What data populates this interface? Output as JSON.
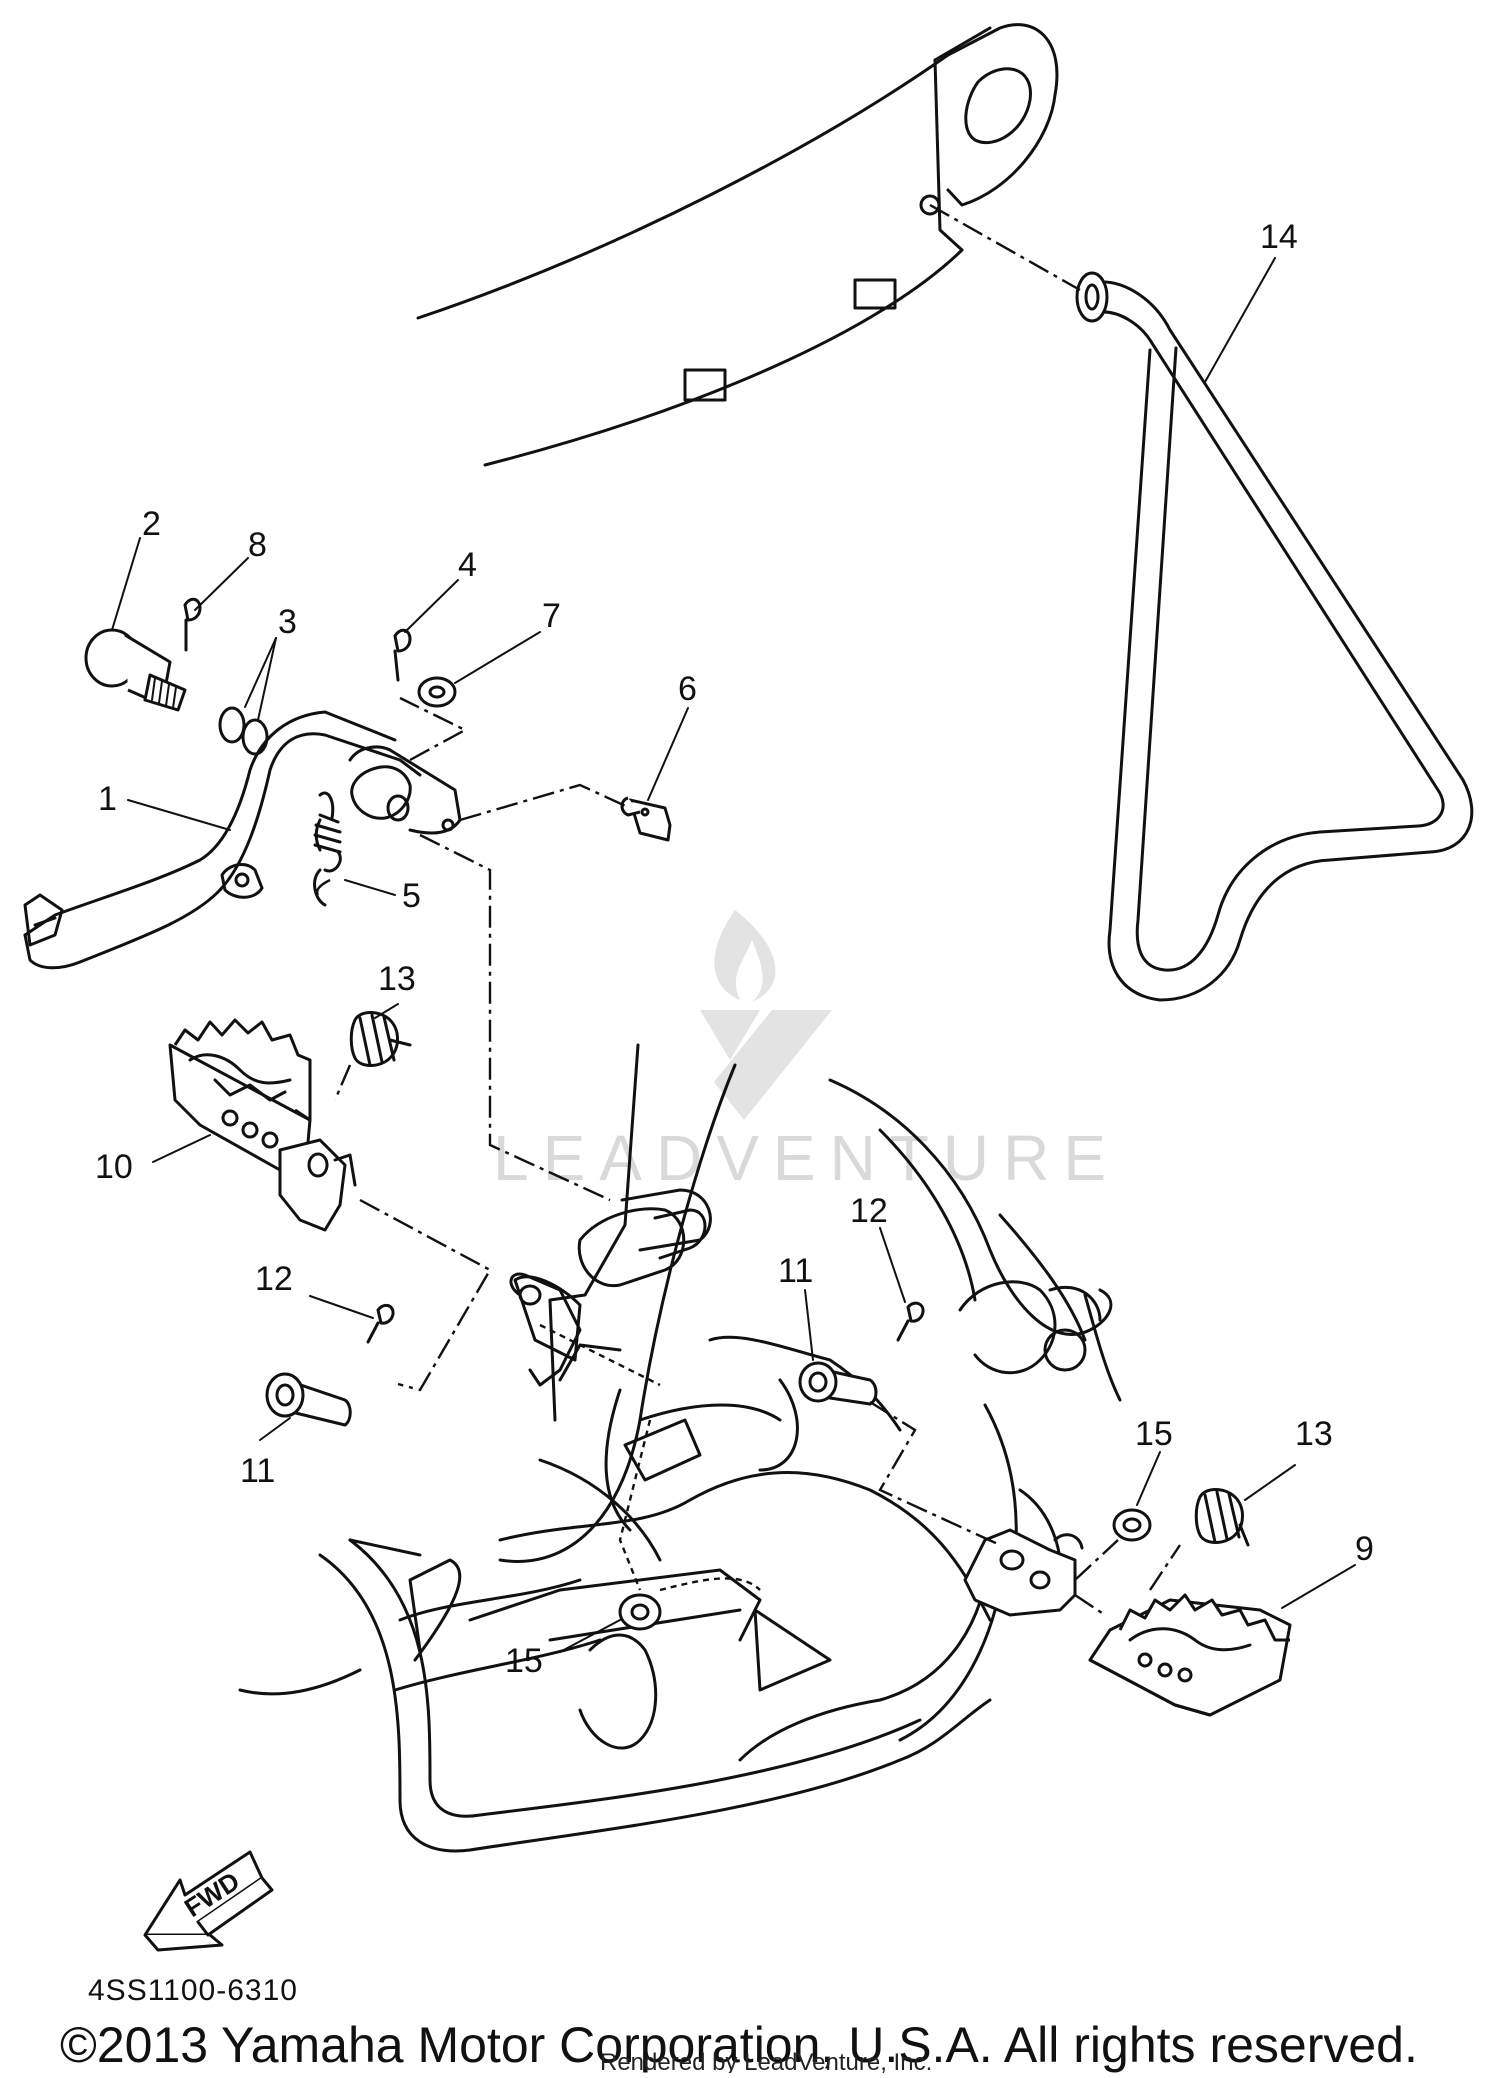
{
  "diagram": {
    "callouts": {
      "c1": "1",
      "c2": "2",
      "c3": "3",
      "c4": "4",
      "c5": "5",
      "c6": "6",
      "c7": "7",
      "c8": "8",
      "c9": "9",
      "c10": "10",
      "c11a": "11",
      "c11b": "11",
      "c12a": "12",
      "c12b": "12",
      "c13a": "13",
      "c13b": "13",
      "c14": "14",
      "c15a": "15",
      "c15b": "15"
    },
    "fwd_label": "FWD",
    "watermark": "LEADVENTURE",
    "part_code": "4SS1100-6310",
    "copyright": "©2013 Yamaha Motor Corporation, U.S.A. All rights reserved.",
    "rendered_by": "Rendered by LeadVenture, Inc."
  }
}
